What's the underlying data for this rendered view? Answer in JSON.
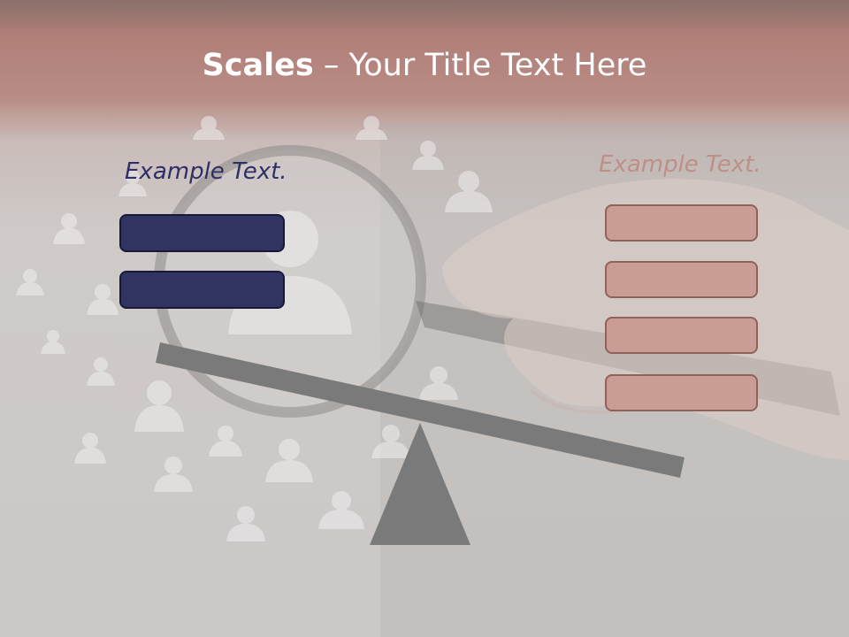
{
  "slide": {
    "title_bold": "Scales",
    "title_rest": " – Your Title Text Here",
    "left_label": "Example Text.",
    "right_label": "Example Text."
  },
  "colors": {
    "header_band": "#b07f78",
    "left_box_fill": "#313463",
    "left_box_border": "#17183a",
    "left_label": "#2f2f66",
    "right_box_fill": "#c99d94",
    "right_box_border": "#8f625b",
    "right_label": "#bf8f87",
    "scale_gray": "#7a7a7a"
  },
  "left_boxes": [
    {
      "text": ""
    },
    {
      "text": ""
    }
  ],
  "right_boxes": [
    {
      "text": ""
    },
    {
      "text": ""
    },
    {
      "text": ""
    },
    {
      "text": ""
    }
  ],
  "background": {
    "icon": "magnifying-glass-over-people-icon"
  }
}
